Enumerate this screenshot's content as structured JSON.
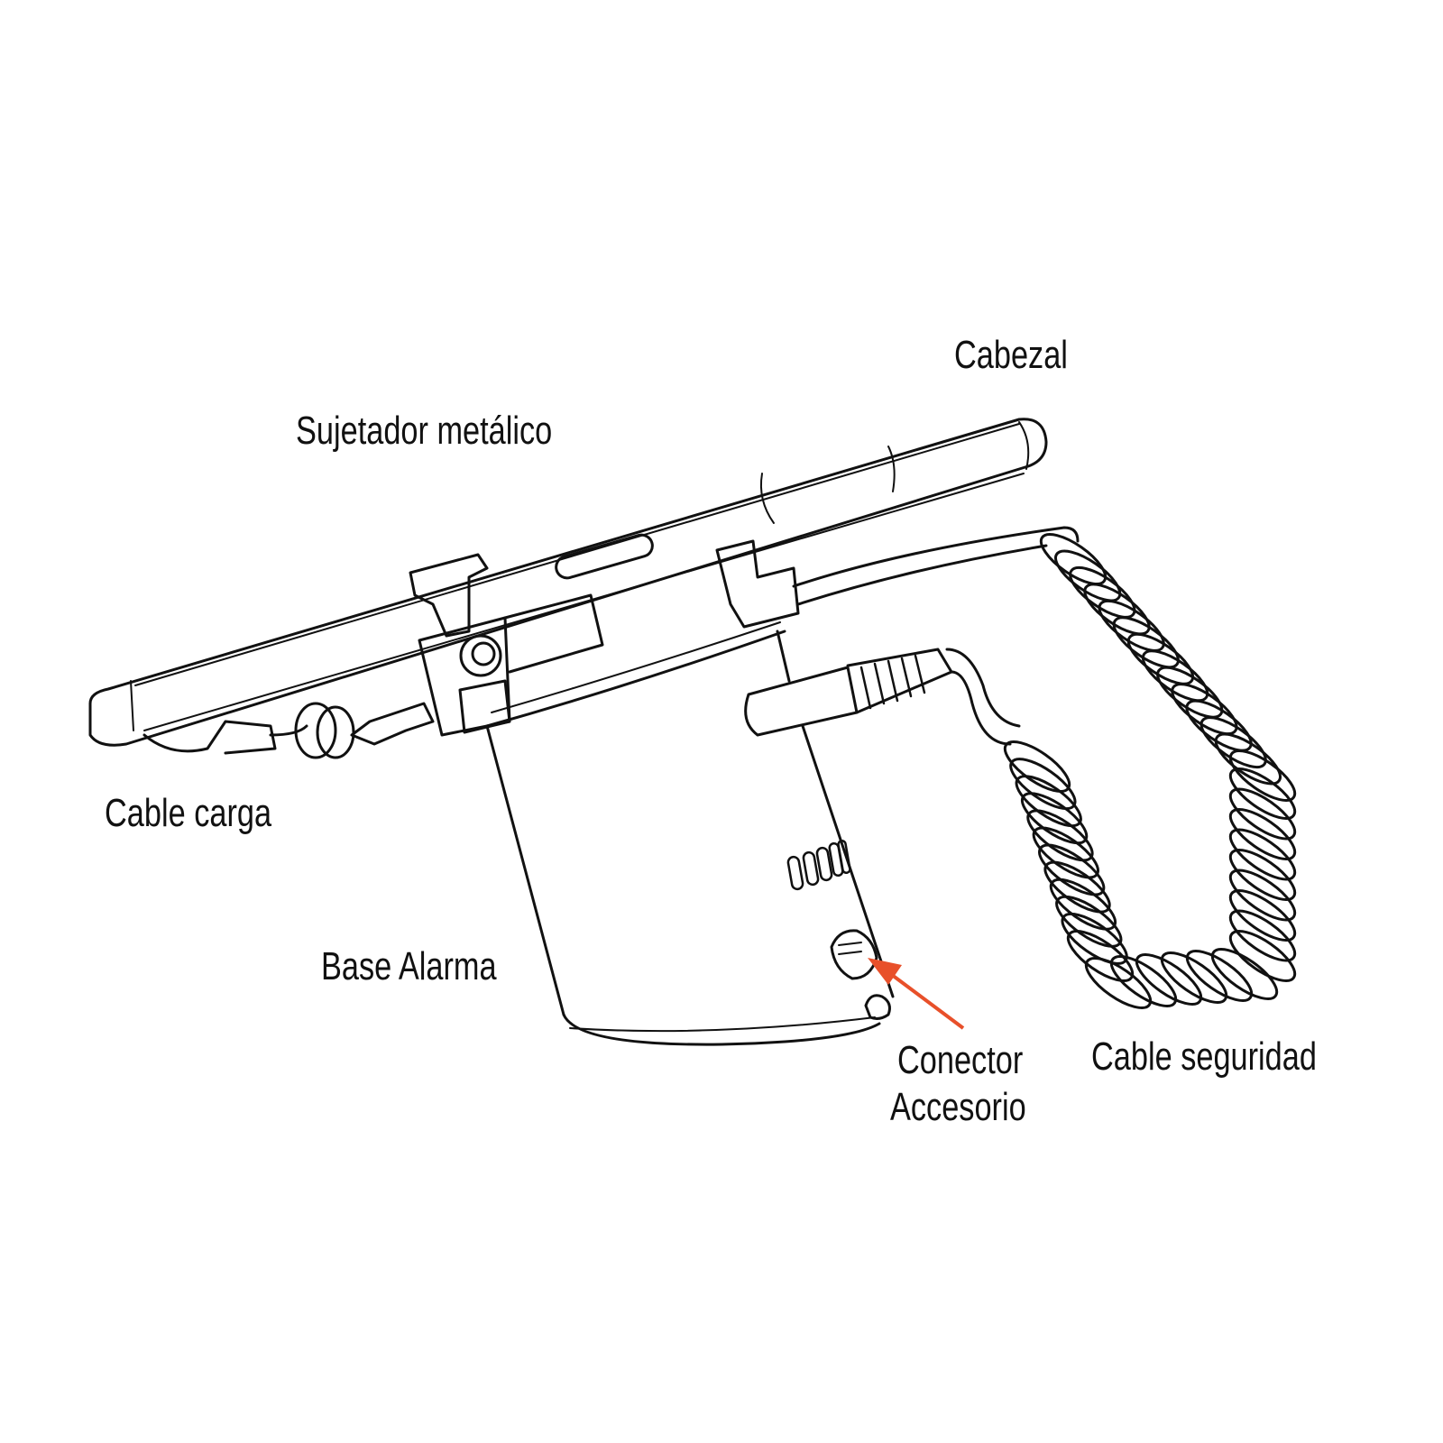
{
  "labels": {
    "head": "Cabezal",
    "metal_clamp": "Sujetador metálico",
    "charge_cable": "Cable carga",
    "alarm_base": "Base Alarma",
    "accessory_connector_line1": "Conector",
    "accessory_connector_line2": "Accesorio",
    "security_cable": "Cable seguridad"
  },
  "colors": {
    "line": "#111111",
    "arrow": "#e8502a"
  }
}
